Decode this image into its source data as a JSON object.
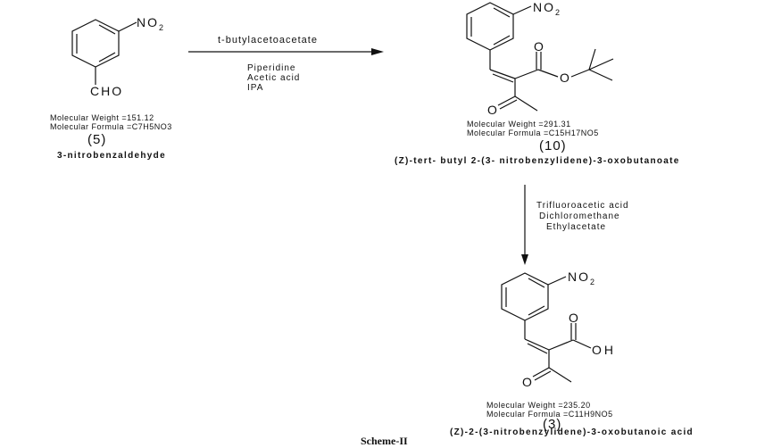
{
  "scheme_caption": "Scheme-II",
  "compounds": [
    {
      "id": "5",
      "number_label": "(5)",
      "name": "3-nitrobenzaldehyde",
      "molecular_weight_label": "Molecular Weight =151.12",
      "molecular_formula_label": "Molecular Formula =C7H5NO3",
      "substituents": {
        "nitro": "NO",
        "nitro_sub": "2",
        "aldehyde": "CHO"
      }
    },
    {
      "id": "10",
      "number_label": "(10)",
      "name": "(Z)-tert- butyl 2-(3- nitrobenzylidene)-3-oxobutanoate",
      "molecular_weight_label": "Molecular Weight =291.31",
      "molecular_formula_label": "Molecular Formula =C15H17NO5",
      "substituents": {
        "nitro": "NO",
        "nitro_sub": "2",
        "oxygen_carbonyl": "O",
        "oxygen_ester": "O",
        "oxygen_ketone": "O"
      }
    },
    {
      "id": "3",
      "number_label": "(3)",
      "name": "(Z)-2-(3-nitrobenzylidene)-3-oxobutanoic acid",
      "molecular_weight_label": "Molecular Weight =235.20",
      "molecular_formula_label": "Molecular Formula =C11H9NO5",
      "substituents": {
        "nitro": "NO",
        "nitro_sub": "2",
        "oxygen_carbonyl": "O",
        "hydroxyl": "OH",
        "oxygen_ketone": "O"
      }
    }
  ],
  "reactions": [
    {
      "from": "5",
      "to": "10",
      "reagent": "t-butylacetoacetate",
      "conditions": [
        "Piperidine",
        "Acetic acid",
        "IPA"
      ]
    },
    {
      "from": "10",
      "to": "3",
      "reagent": "",
      "conditions": [
        "Trifluoroacetic acid",
        "Dichloromethane",
        "Ethylacetate"
      ]
    }
  ]
}
